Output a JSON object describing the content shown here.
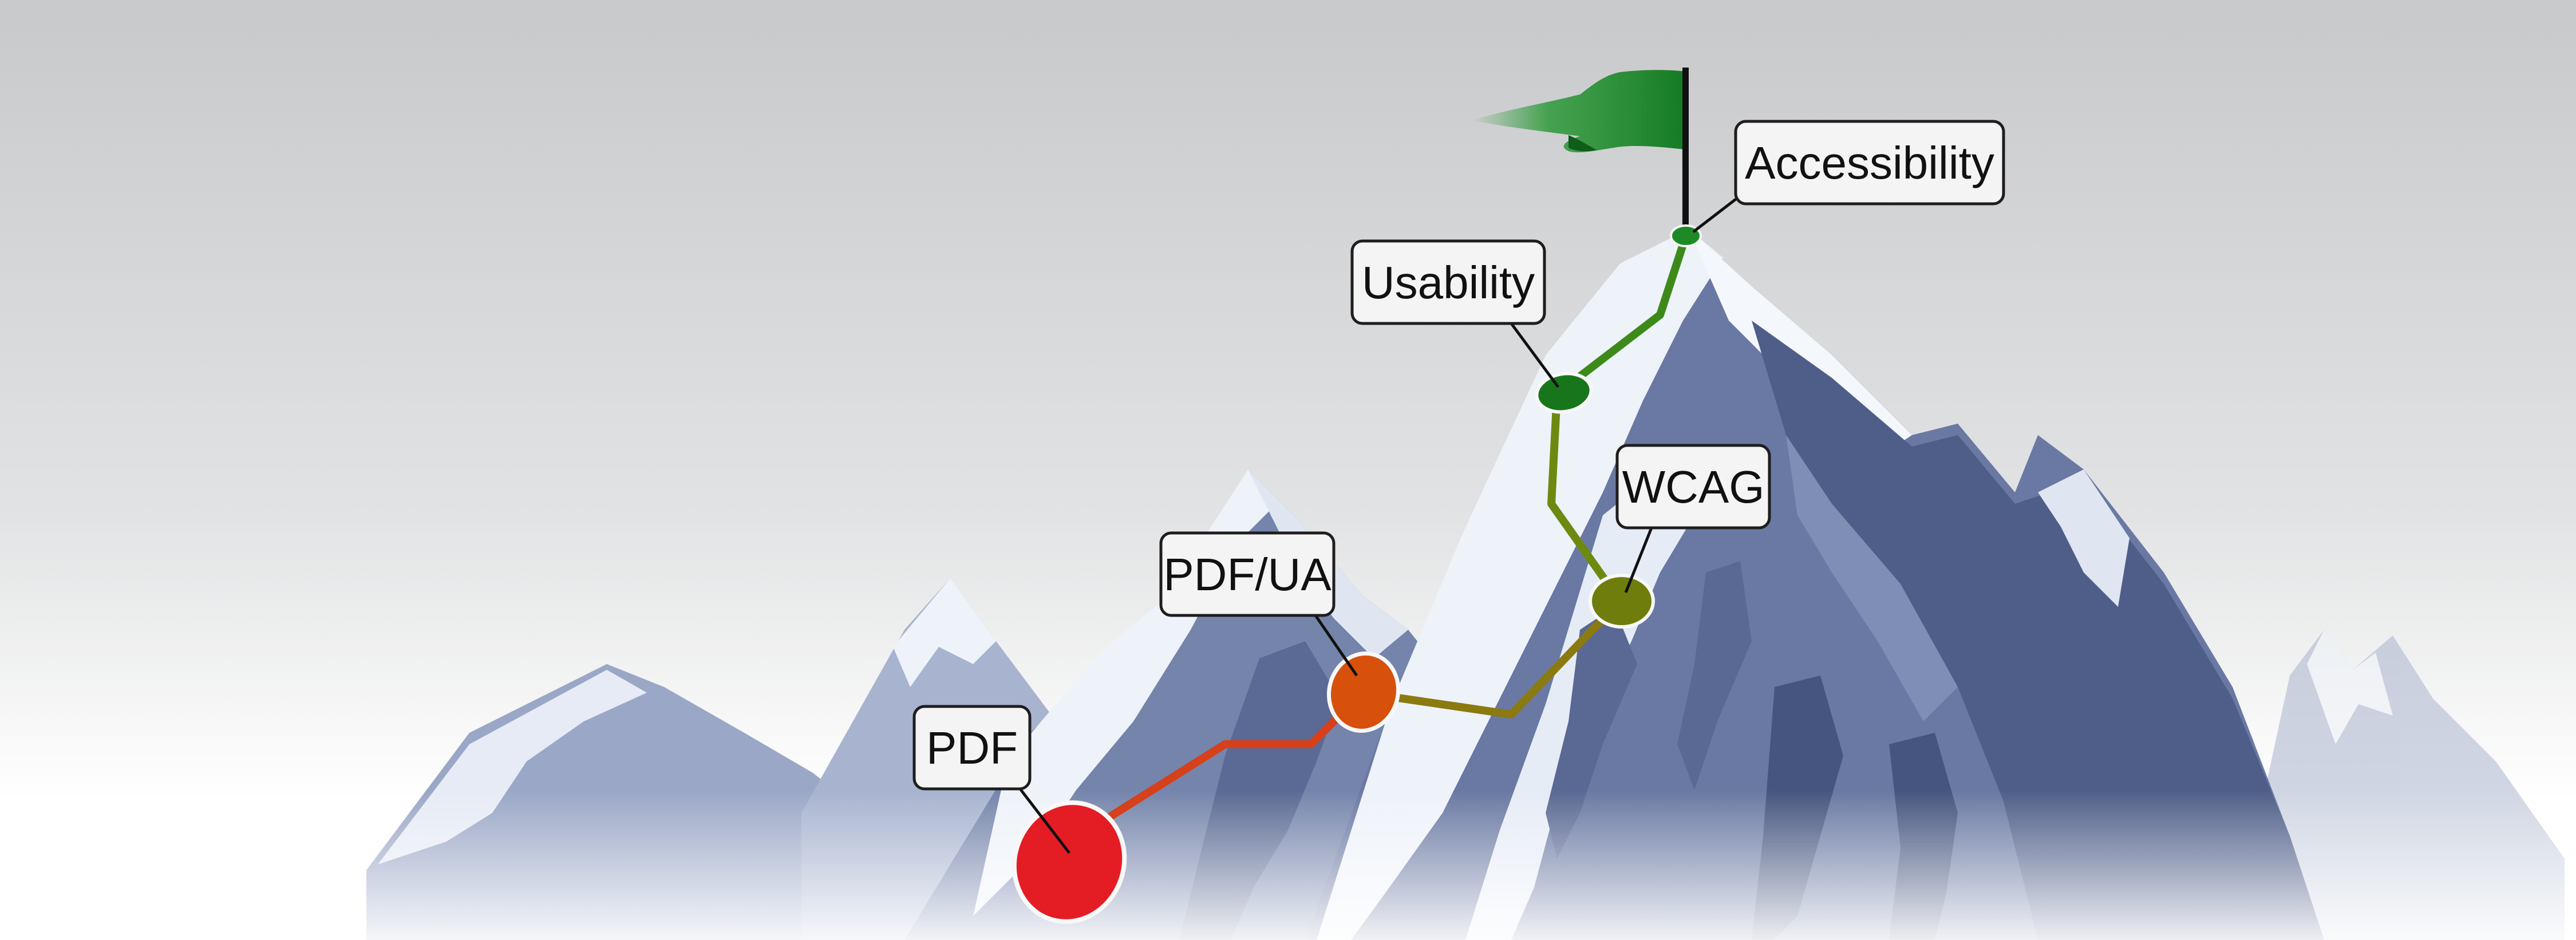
{
  "colors": {
    "sky_top": "#c8c9cb",
    "sky_bottom": "#ffffff",
    "rock_dark": "#5e6c94",
    "rock_mid": "#8e9cc0",
    "snow": "#eef2f9",
    "flag": "#2e9a3a",
    "flag_pole": "#111111",
    "label_fill": "#f4f4f4",
    "label_border": "#1e1e1e"
  },
  "milestones": [
    {
      "label": "PDF",
      "color": "#e41d24"
    },
    {
      "label": "PDF/UA",
      "color": "#d7510c"
    },
    {
      "label": "WCAG",
      "color": "#6e7d0c"
    },
    {
      "label": "Usability",
      "color": "#17761b"
    },
    {
      "label": "Accessibility",
      "color": "#1d8a25"
    }
  ],
  "path_colors": [
    "#d6401a",
    "#8a7a10",
    "#6d8a10",
    "#3d8a1a"
  ]
}
